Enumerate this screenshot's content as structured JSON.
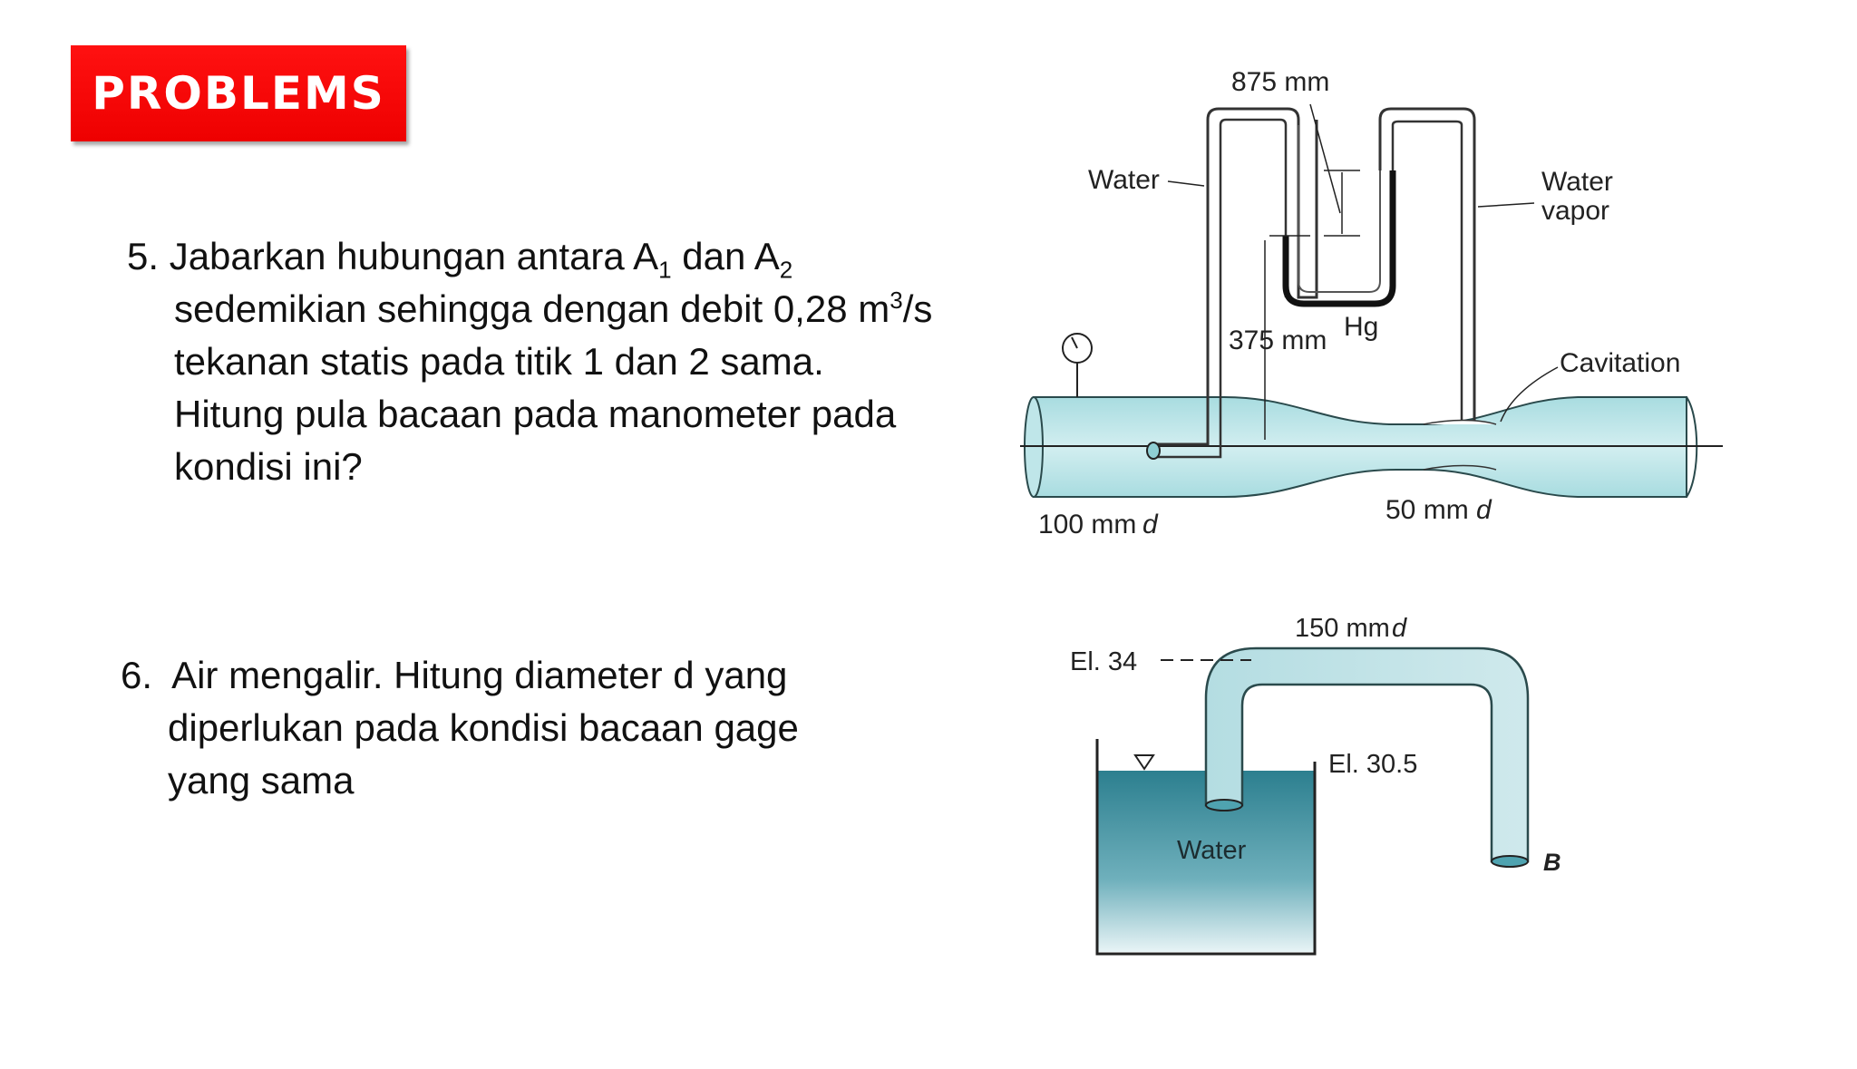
{
  "banner": {
    "label": "PROBLEMS"
  },
  "problem5": {
    "number": "5.",
    "line1_a": "Jabarkan hubungan antara A",
    "line1_sub1": "1",
    "line1_b": " dan A",
    "line1_sub2": "2",
    "line2_a": "sedemikian sehingga dengan debit 0,28 m",
    "line2_sup": "3",
    "line2_b": "/s",
    "line3": "tekanan statis pada titik 1 dan 2 sama.",
    "line4": "Hitung pula bacaan pada manometer pada",
    "line5": "kondisi ini?"
  },
  "problem6": {
    "number": "6.",
    "line1": "Air mengalir. Hitung diameter d yang",
    "line2": "diperlukan pada kondisi bacaan gage",
    "line3": "yang sama"
  },
  "figure1": {
    "label_875": "875 mm",
    "label_water": "Water",
    "label_water_vapor_1": "Water",
    "label_water_vapor_2": "vapor",
    "label_375": "375 mm",
    "label_hg": "Hg",
    "label_cavitation": "Cavitation",
    "label_100": "100 mm",
    "label_50": "50 mm",
    "label_d": "d"
  },
  "figure2": {
    "label_el34": "El. 34",
    "label_150": "150 mm",
    "label_d": "d",
    "label_el305": "El. 30.5",
    "label_water": "Water",
    "label_b": "B"
  }
}
